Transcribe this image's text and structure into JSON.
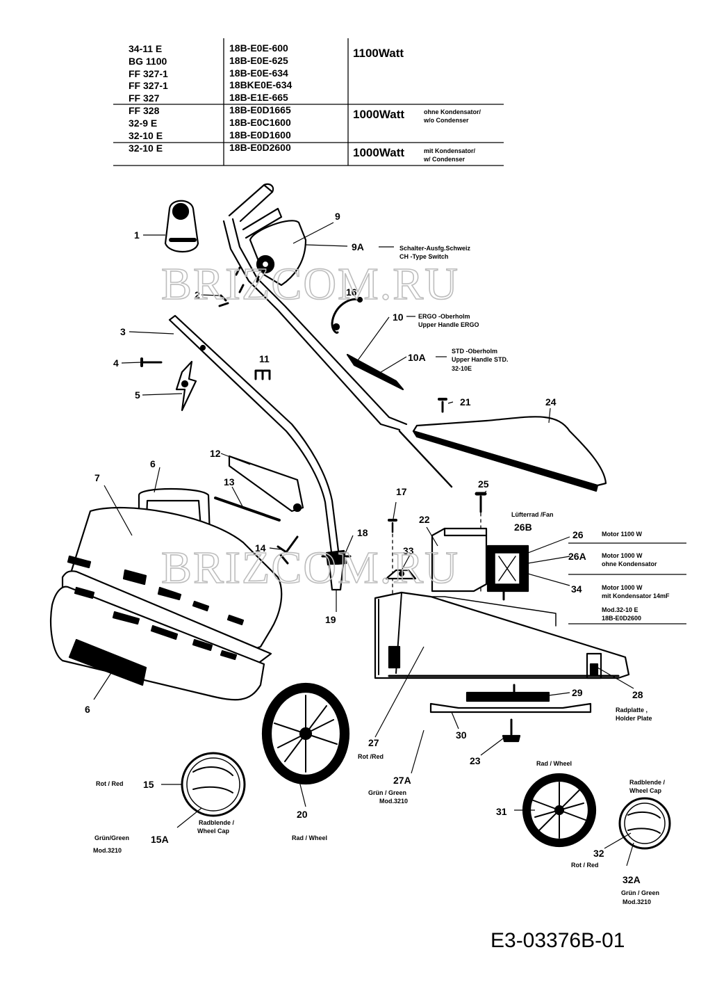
{
  "watermark": "BRIZCOM.RU",
  "doc_code": "E3-03376B-01",
  "spec_table": {
    "rows": [
      {
        "model": "34-11 E",
        "code": "18B-E0E-600"
      },
      {
        "model": "BG 1100",
        "code": "18B-E0E-625"
      },
      {
        "model": "FF 327-1",
        "code": "18B-E0E-634"
      },
      {
        "model": "FF 327-1",
        "code": "18BKE0E-634"
      },
      {
        "model": "FF 327",
        "code": "18B-E1E-665"
      },
      {
        "model": "FF 328",
        "code": "18B-E0D1665"
      },
      {
        "model": "32-9 E",
        "code": "18B-E0C1600"
      },
      {
        "model": "32-10 E",
        "code": "18B-E0D1600"
      },
      {
        "model": "32-10 E",
        "code": "18B-E0D2600"
      }
    ],
    "groups": [
      {
        "watt": "1100Watt",
        "note1": "",
        "note2": ""
      },
      {
        "watt": "1000Watt",
        "note1": "ohne Kondensator/",
        "note2": "w/o Condenser"
      },
      {
        "watt": "1000Watt",
        "note1": "mit Kondensator/",
        "note2": "w/ Condenser"
      }
    ]
  },
  "parts": {
    "p1": "1",
    "p2": "2",
    "p3": "3",
    "p4": "4",
    "p5": "5",
    "p6a": "6",
    "p6b": "6",
    "p7": "7",
    "p9": "9",
    "p9A": "9A",
    "p10": "10",
    "p10A": "10A",
    "p11": "11",
    "p12": "12",
    "p13": "13",
    "p14": "14",
    "p15": "15",
    "p15A": "15A",
    "p16": "16",
    "p17": "17",
    "p18": "18",
    "p19": "19",
    "p20": "20",
    "p21": "21",
    "p22": "22",
    "p23": "23",
    "p24": "24",
    "p25": "25",
    "p26": "26",
    "p26A": "26A",
    "p26B": "26B",
    "p27": "27",
    "p27A": "27A",
    "p28": "28",
    "p29": "29",
    "p30": "30",
    "p31": "31",
    "p32": "32",
    "p32A": "32A",
    "p33": "33",
    "p34": "34"
  },
  "notes": {
    "n9A_1": "Schalter-Ausfg.Schweiz",
    "n9A_2": "CH -Type Switch",
    "n10_1": "ERGO -Oberholm",
    "n10_2": "Upper Handle ERGO",
    "n10A_1": "STD -Oberholm",
    "n10A_2": "Upper Handle STD.",
    "n10A_3": "32-10E",
    "n26B": "Lüfterrad /Fan",
    "n26": "Motor 1100 W",
    "n26A_1": "Motor 1000 W",
    "n26A_2": "ohne Kondensator",
    "n34_1": "Motor 1000 W",
    "n34_2": "mit Kondensator 14mF",
    "n34_3": "Mod.32-10 E",
    "n34_4": "18B-E0D2600",
    "n28_1": "Radplatte ,",
    "n28_2": "Holder Plate",
    "n27": "Rot /Red",
    "n27A_1": "Grün / Green",
    "n27A_2": "Mod.3210",
    "n15": "Rot / Red",
    "n15A_1": "Radblende /",
    "n15A_2": "Wheel Cap",
    "n15A_3": "Grün/Green",
    "n15A_4": "Mod.3210",
    "n20": "Rad / Wheel",
    "n31": "Rad / Wheel",
    "n32cap_1": "Radblende /",
    "n32cap_2": "Wheel Cap",
    "n32": "Rot / Red",
    "n32A_1": "Grün / Green",
    "n32A_2": "Mod.3210"
  }
}
